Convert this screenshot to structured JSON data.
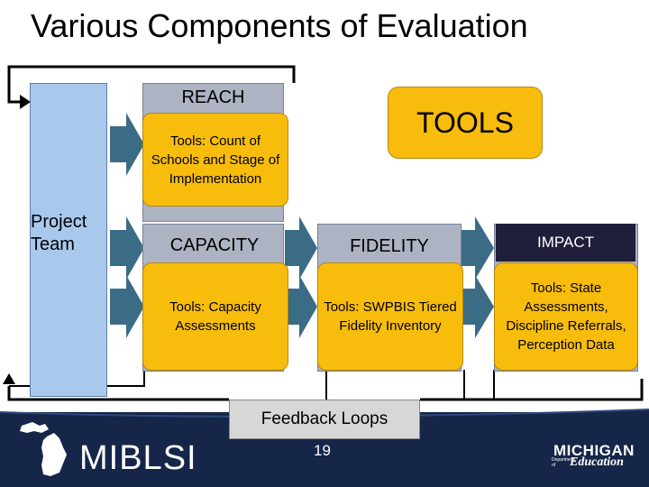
{
  "title": "Various Components of Evaluation",
  "project_team": "Project\nTeam",
  "reach": {
    "label": "REACH",
    "tools": "Tools: Count of Schools and Stage of Implementation"
  },
  "tools_header": "TOOLS",
  "capacity": {
    "label": "CAPACITY",
    "tools": "Tools: Capacity Assessments"
  },
  "fidelity": {
    "label": "FIDELITY",
    "tools": "Tools: SWPBIS Tiered Fidelity Inventory"
  },
  "impact": {
    "label": "IMPACT",
    "tools": "Tools: State Assessments, Discipline Referrals, Perception Data"
  },
  "feedback": "Feedback Loops",
  "footer": {
    "page_number": "19",
    "logo": "MIBLSI",
    "michigan": "MICHIGAN",
    "education": "Education",
    "department": "Department of"
  },
  "colors": {
    "tool_box": "#f8bd0c",
    "stage_header": "#adb3c2",
    "project_team": "#a9c9ec",
    "arrow": "#3b6c86",
    "footer": "#152649",
    "impact_header": "#1f1f3c"
  }
}
